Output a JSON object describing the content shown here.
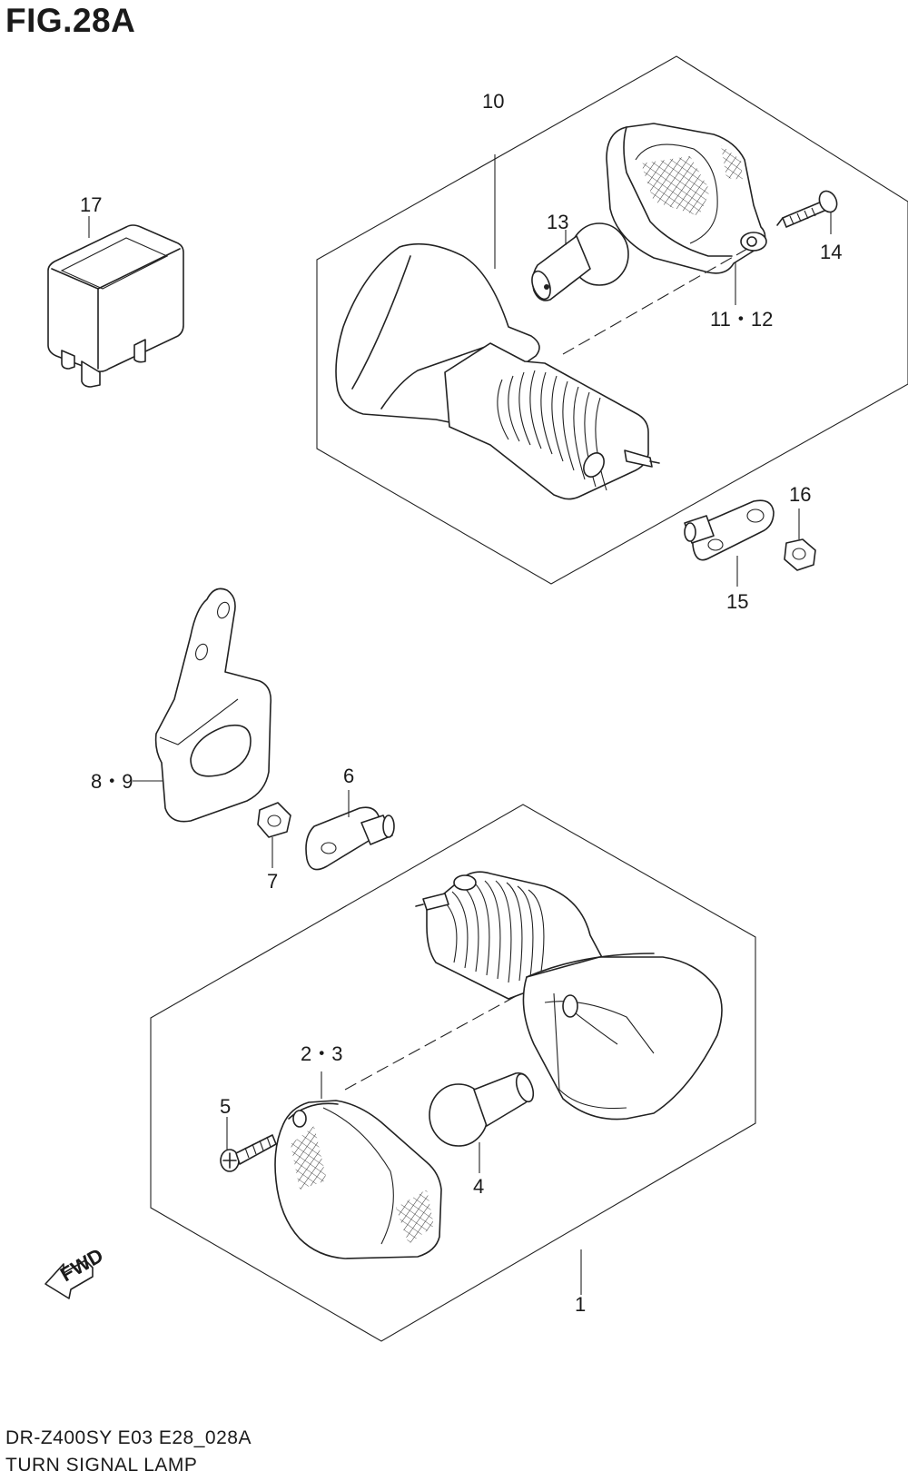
{
  "figure": {
    "title": "FIG.28A",
    "model_code": "DR-Z400SY E03 E28_028A",
    "caption": "TURN SIGNAL LAMP"
  },
  "callouts": {
    "c1": "1",
    "c2_3": "2・3",
    "c4": "4",
    "c5": "5",
    "c6": "6",
    "c7": "7",
    "c8_9": "8・9",
    "c10": "10",
    "c11_12": "11・12",
    "c13": "13",
    "c14": "14",
    "c15": "15",
    "c16": "16",
    "c17": "17"
  },
  "fwd_label": "FWD"
}
